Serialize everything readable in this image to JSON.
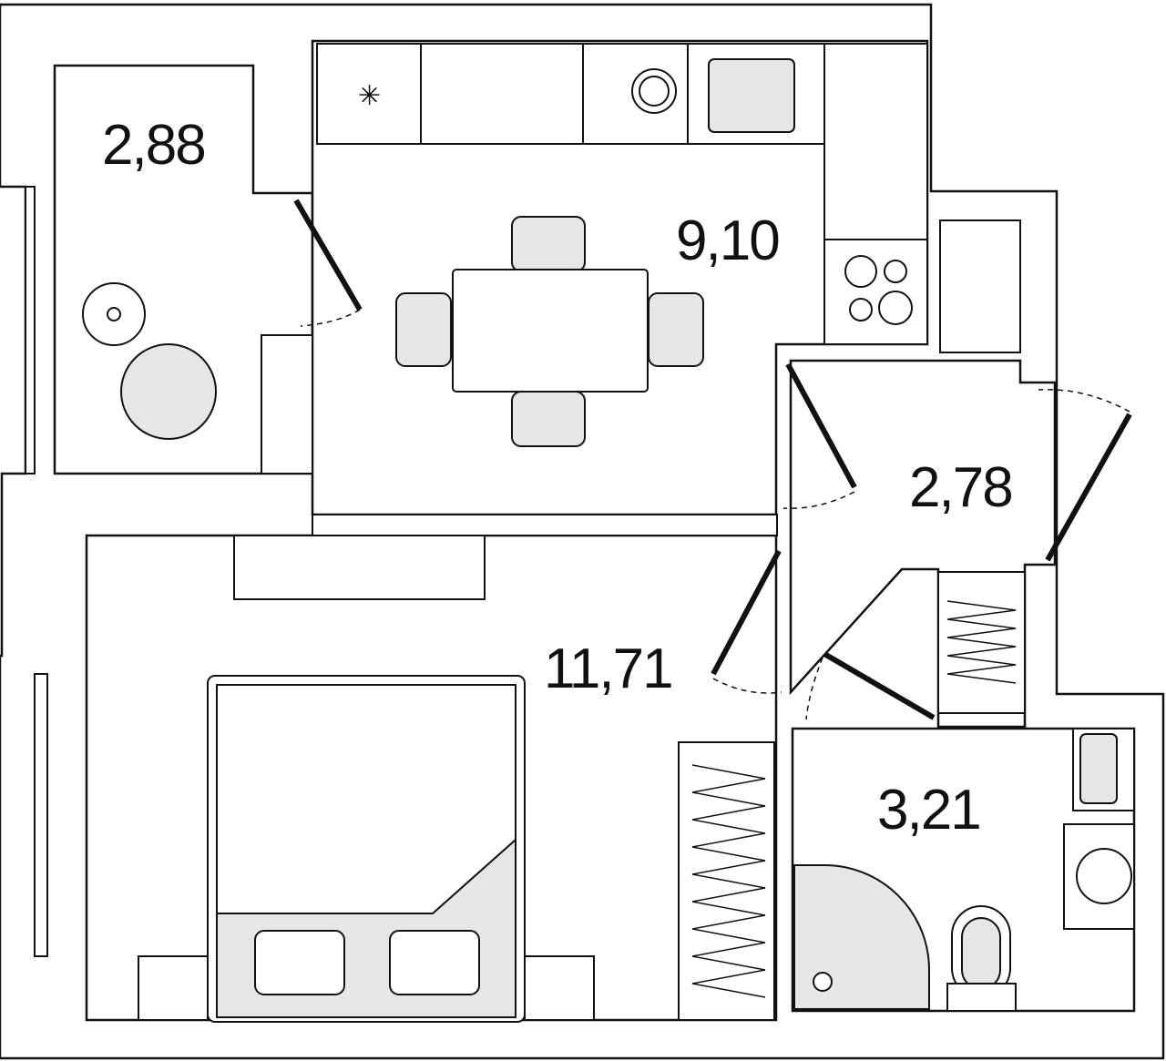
{
  "plan": {
    "rooms": [
      {
        "id": "balcony",
        "area": "2,88"
      },
      {
        "id": "kitchen",
        "area": "9,10"
      },
      {
        "id": "hallway",
        "area": "2,78"
      },
      {
        "id": "bedroom",
        "area": "11,71"
      },
      {
        "id": "bathroom",
        "area": "3,21"
      }
    ],
    "colors": {
      "wall": "#111111",
      "fill": "#e6e6e6",
      "background": "#ffffff"
    }
  }
}
